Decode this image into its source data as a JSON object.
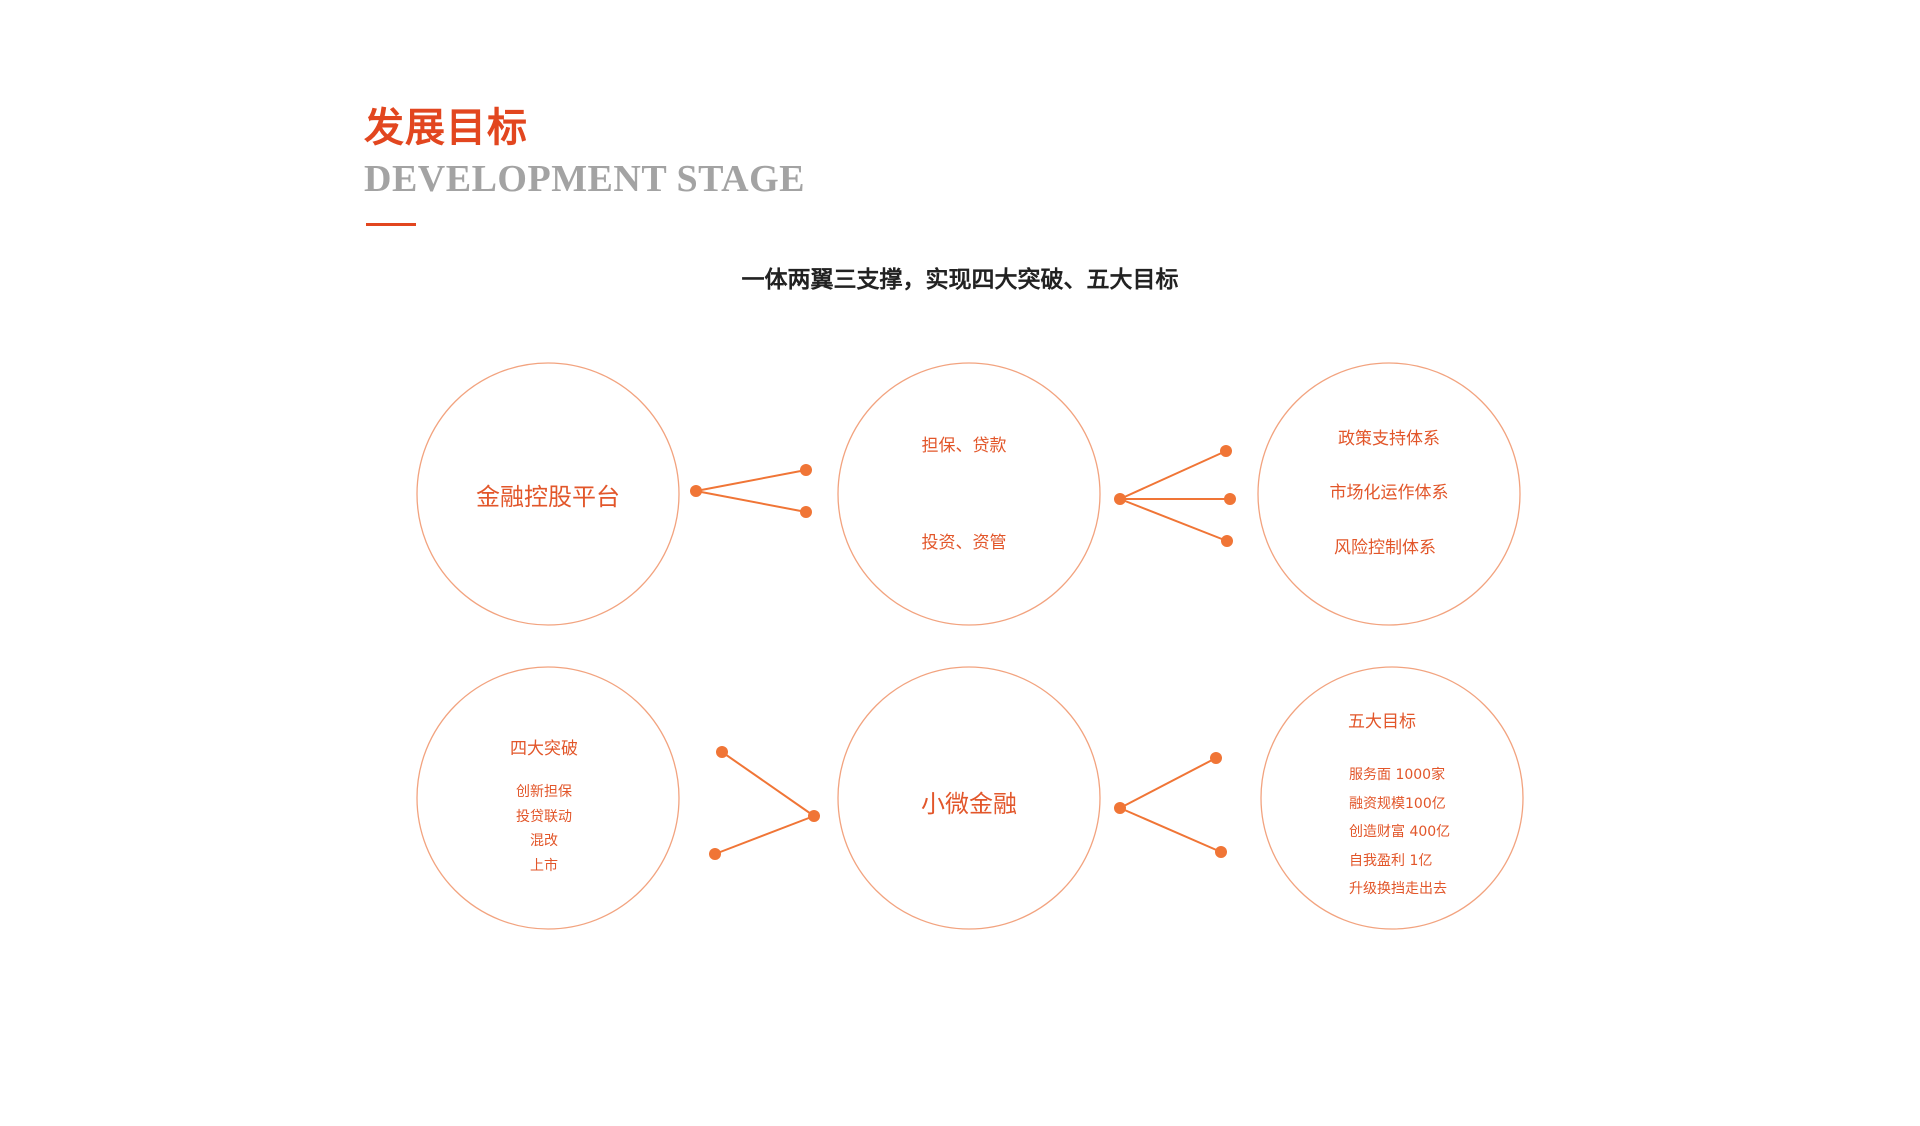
{
  "header": {
    "title_cn": "发展目标",
    "title_en": "DEVELOPMENT STAGE",
    "subtitle": "一体两翼三支撑，实现四大突破、五大目标"
  },
  "nodes": {
    "platform": {
      "label": "金融控股平台"
    },
    "wings": {
      "items": [
        "担保、贷款",
        "投资、资管"
      ]
    },
    "systems": {
      "items": [
        "政策支持体系",
        "市场化运作体系",
        "风险控制体系"
      ]
    },
    "breakthroughs": {
      "heading": "四大突破",
      "items": [
        "创新担保",
        "投贷联动",
        "混改",
        "上市"
      ]
    },
    "micro": {
      "label": "小微金融"
    },
    "goals": {
      "heading": "五大目标",
      "items": [
        "服务面 1000家",
        "融资规模100亿",
        "创造财富 400亿",
        "自我盈利 1亿",
        "升级换挡走出去"
      ]
    }
  },
  "colors": {
    "accent": "#e2461f",
    "connector": "#f07536",
    "circle_stroke": "#f2a37f",
    "subtitle_en": "#a3a3a3"
  }
}
